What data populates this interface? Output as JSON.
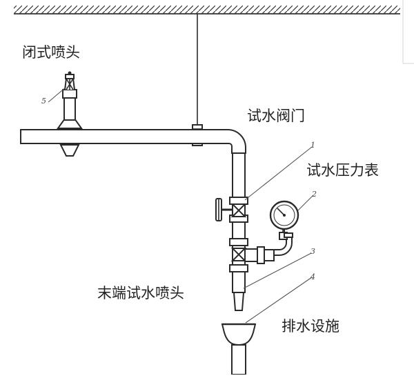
{
  "labels": {
    "closed_sprinkler": "闭式喷头",
    "test_valve": "试水阀门",
    "test_pressure_gauge": "试水压力表",
    "end_test_nozzle": "末端试水喷头",
    "drainage_facility": "排水设施"
  },
  "callouts": [
    "1",
    "2",
    "3",
    "4",
    "5"
  ],
  "colors": {
    "line": "#2a2a2a",
    "text": "#222222"
  }
}
